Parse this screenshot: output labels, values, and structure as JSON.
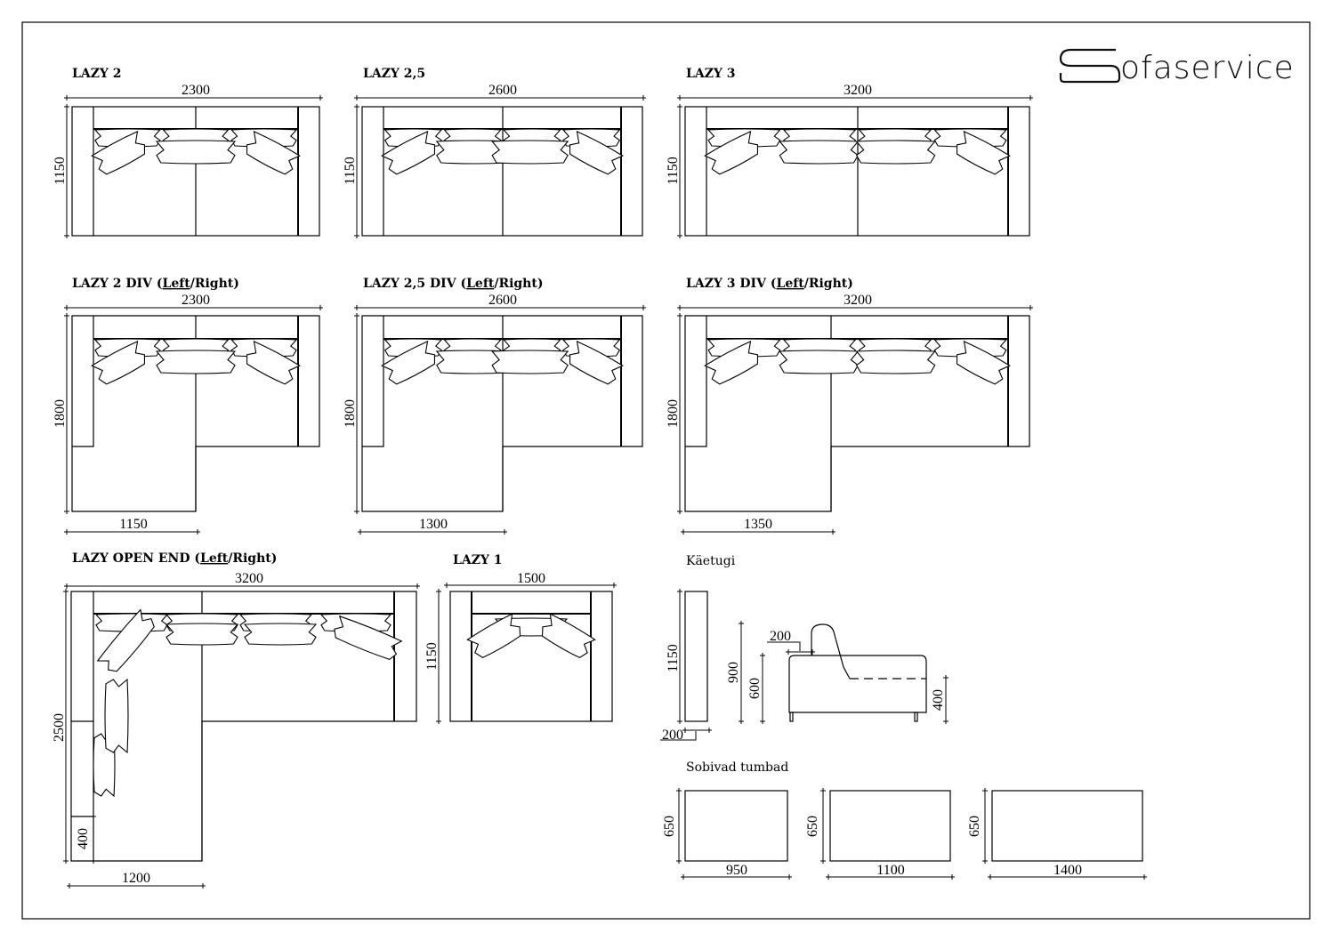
{
  "logo": {
    "brand": "Sofaservice",
    "tail": "ofaservice"
  },
  "sofas": {
    "lazy2": {
      "title": "LAZY 2",
      "width": "2300",
      "depth": "1150"
    },
    "lazy25": {
      "title": "LAZY 2,5",
      "width": "2600",
      "depth": "1150"
    },
    "lazy3": {
      "title": "LAZY 3",
      "width": "3200",
      "depth": "1150"
    },
    "lazy2div": {
      "prefix": "LAZY 2 DIV (",
      "left": "Left",
      "suffix": "/Right)",
      "width": "2300",
      "depth": "1800",
      "chaise": "1150"
    },
    "lazy25div": {
      "prefix": "LAZY 2,5 DIV (",
      "left": "Left",
      "suffix": "/Right)",
      "width": "2600",
      "depth": "1800",
      "chaise": "1300"
    },
    "lazy3div": {
      "prefix": "LAZY 3 DIV (",
      "left": "Left",
      "suffix": "/Right)",
      "width": "3200",
      "depth": "1800",
      "chaise": "1350"
    },
    "openend": {
      "prefix": "LAZY OPEN END (",
      "left": "Left",
      "suffix": "/Right)",
      "width": "3200",
      "depth": "2500",
      "chaise": "1200",
      "arm": "400"
    },
    "lazy1": {
      "title": "LAZY 1",
      "width": "1500",
      "depth": "1150"
    }
  },
  "armrest": {
    "title": "Käetugi",
    "length": "1150",
    "width": "200",
    "height_total": "900",
    "height_arm": "600",
    "seat": "400",
    "back_offset": "200"
  },
  "ottomans": {
    "title": "Sobivad tumbad",
    "items": [
      {
        "depth": "650",
        "width": "950"
      },
      {
        "depth": "650",
        "width": "1100"
      },
      {
        "depth": "650",
        "width": "1400"
      }
    ]
  }
}
